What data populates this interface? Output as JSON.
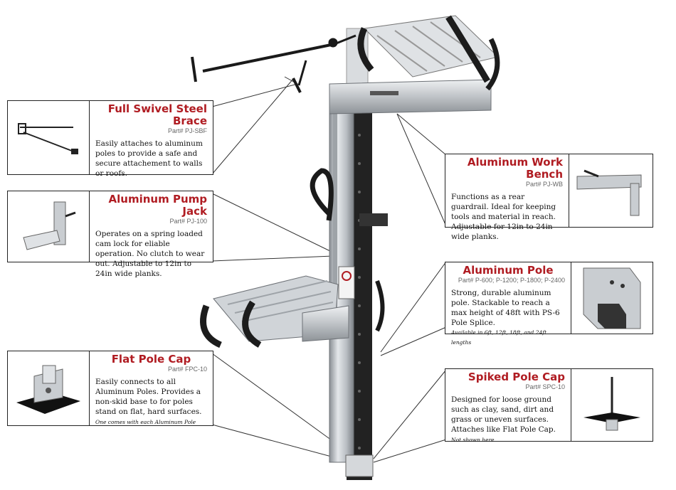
{
  "callouts": {
    "brace": {
      "title": "Full Swivel Steel Brace",
      "part": "Part# PJ-SBF",
      "desc": "Easily attaches to aluminum poles to provide a safe and secure attachement to walls or roofs."
    },
    "pumpjack": {
      "title": "Aluminum Pump Jack",
      "part": "Part# PJ-100",
      "desc": "Operates on a spring loaded cam lock for eliable operation.  No clutch to wear out. Adjustable to 12in to 24in wide planks."
    },
    "flatcap": {
      "title": "Flat Pole Cap",
      "part": "Part# FPC-10",
      "desc": "Easily connects to all Aluminum Poles. Provides a non-skid base to for poles stand on flat, hard surfaces.",
      "note": "One comes with each Aluminum Pole"
    },
    "workbench": {
      "title": "Aluminum Work Bench",
      "part": "Part# PJ-WB",
      "desc": "Functions as a rear guardrail. Ideal for keeping tools and material in reach. Adjustable for 12in to 24in wide planks."
    },
    "pole": {
      "title": "Aluminum Pole",
      "part": "Part# P-600; P-1200; P-1800; P-2400",
      "desc": "Strong, durable aluminum pole. Stackable to reach a max height of 48ft with PS-6 Pole Splice.",
      "note": "Available in 6ft, 12ft, 18ft, and 24ft lengths"
    },
    "spikedcap": {
      "title": "Spiked Pole Cap",
      "part": "Part# SPC-10",
      "desc": "Designed for loose ground such as clay, sand, dirt and grass or uneven surfaces. Attaches like Flat Pole Cap.",
      "note": "Not shown here"
    }
  },
  "icons": {
    "brace": "brace-product-photo",
    "pumpjack": "pump-jack-product-photo",
    "flatcap": "flat-pole-cap-product-photo",
    "workbench": "work-bench-product-photo",
    "pole": "aluminum-pole-product-photo",
    "spikedcap": "spiked-pole-cap-product-photo"
  },
  "colors": {
    "title_red": "#b01c22",
    "aluminum": "#c8ccd0",
    "rubber": "#1c1c1c"
  }
}
